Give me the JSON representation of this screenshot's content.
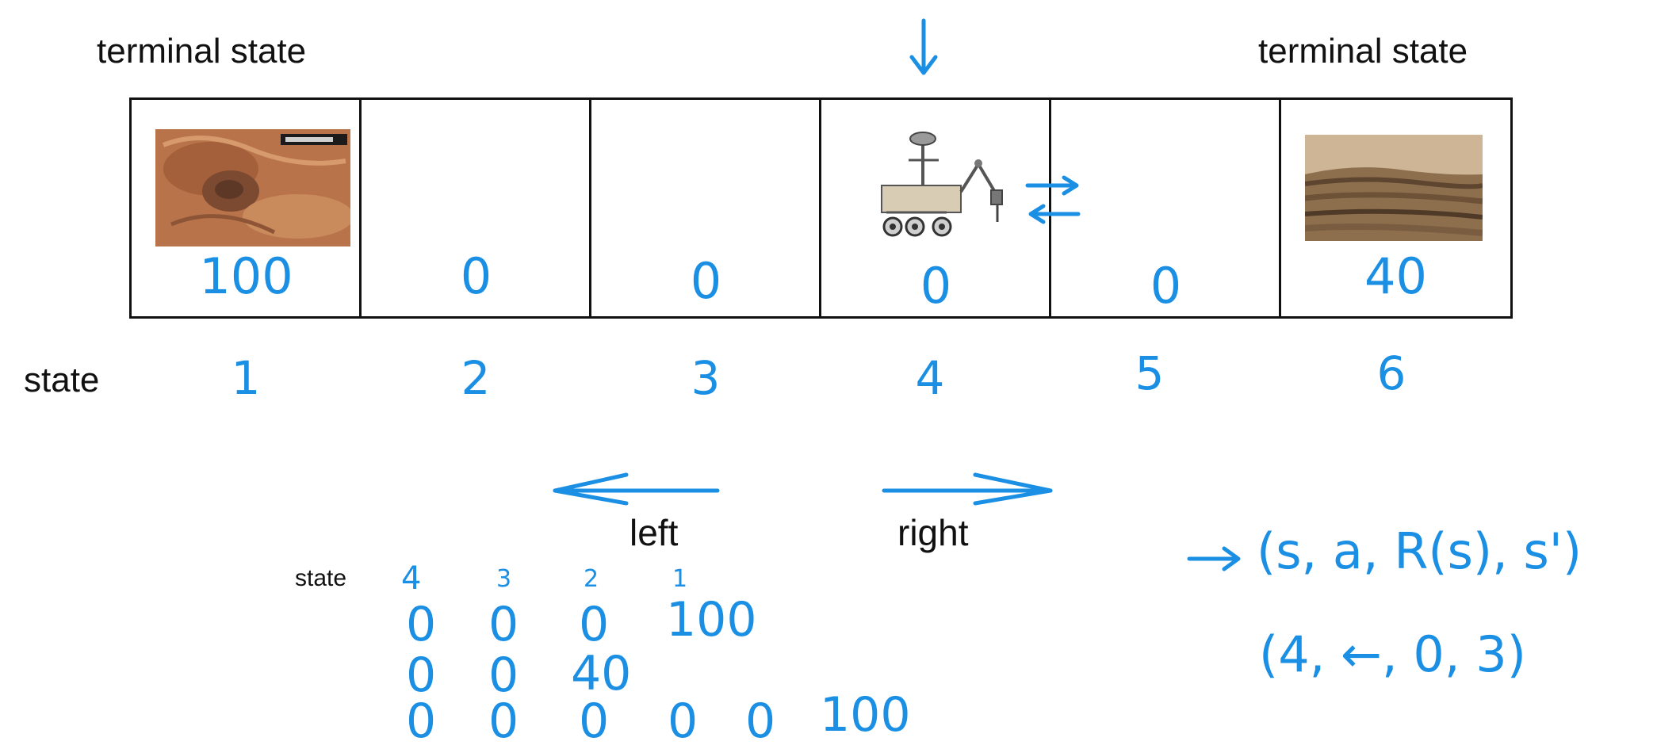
{
  "labels": {
    "terminal_left": "terminal state",
    "terminal_right": "terminal state",
    "state_row": "state",
    "action_left": "left",
    "action_right": "right"
  },
  "states": [
    {
      "number": "1",
      "reward": "100"
    },
    {
      "number": "2",
      "reward": "0"
    },
    {
      "number": "3",
      "reward": "0"
    },
    {
      "number": "4",
      "reward": "0"
    },
    {
      "number": "5",
      "reward": "0"
    },
    {
      "number": "6",
      "reward": "40"
    }
  ],
  "trajectory_table": {
    "header_label": "state",
    "header_states": [
      "4",
      "3",
      "2",
      "1"
    ],
    "rows": [
      [
        "0",
        "0",
        "0",
        "100"
      ],
      [
        "0",
        "0",
        "40"
      ],
      [
        "0",
        "0",
        "0",
        "0",
        "0",
        "100"
      ]
    ]
  },
  "notes": {
    "tuple_definition": "(s, a, R(s), s')",
    "tuple_example": "(4, ←, 0, 3)"
  },
  "colors": {
    "ink": "#1a8fe3",
    "grid": "#111111"
  },
  "icons": [
    "current-position-arrow-icon",
    "rover-icon",
    "mars-crater-photo",
    "mars-cliff-photo"
  ]
}
